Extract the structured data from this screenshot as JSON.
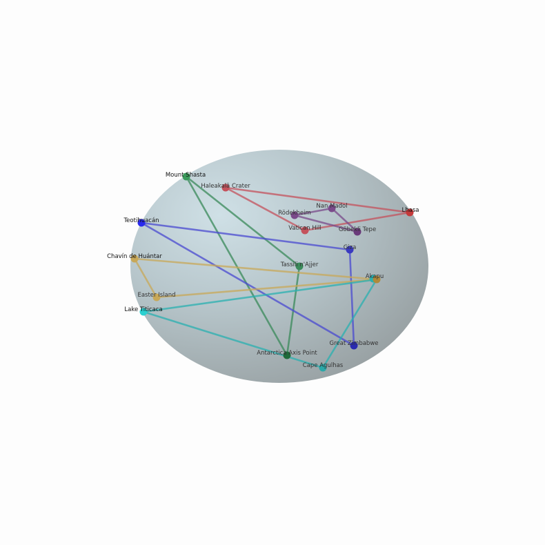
{
  "sites": [
    {
      "id": "mount-shasta",
      "name": "Mount Shasta",
      "color": "#3a9a5a"
    },
    {
      "id": "haleakala",
      "name": "Haleakalā Crater",
      "color": "#c4525c"
    },
    {
      "id": "nan-madol",
      "name": "Nan Madol",
      "color": "#7a4a8a"
    },
    {
      "id": "rodekheim",
      "name": "Rödekheim",
      "color": "#7a4a8a"
    },
    {
      "id": "vatican-hill",
      "name": "Vatican Hill",
      "color": "#c4525c"
    },
    {
      "id": "gobekli-tepe",
      "name": "Göbekli Tepe",
      "color": "#6a3a7a"
    },
    {
      "id": "lhasa",
      "name": "Lhasa",
      "color": "#c43a3a"
    },
    {
      "id": "teotihuacan",
      "name": "Teotihuacán",
      "color": "#2a2aee"
    },
    {
      "id": "giza",
      "name": "Giza",
      "color": "#3a3ac0"
    },
    {
      "id": "chavin",
      "name": "Chavín de Huántar",
      "color": "#c8a858"
    },
    {
      "id": "tassili",
      "name": "Tassili n'Ajjer",
      "color": "#3a8a5a"
    },
    {
      "id": "akapu",
      "name": "Akapu",
      "color": "#b08a3a"
    },
    {
      "id": "easter-island",
      "name": "Easter Island",
      "color": "#c8a858"
    },
    {
      "id": "lake-titicaca",
      "name": "Lake Titicaca",
      "color": "#2ad0d0"
    },
    {
      "id": "great-zimbabwe",
      "name": "Great Zimbabwe",
      "color": "#2a2ab0"
    },
    {
      "id": "antarctic",
      "name": "Antarctica Axis Point",
      "color": "#1e6a3a"
    },
    {
      "id": "cape-agulhas",
      "name": "Cape Agulhas",
      "color": "#2aa8a8"
    }
  ],
  "akapu_secondary_color": "#2ab0b0",
  "links": [
    {
      "from": "mount-shasta",
      "to": "tassili",
      "color": "#3a8a5a"
    },
    {
      "from": "mount-shasta",
      "to": "antarctic",
      "color": "#3a8a5a"
    },
    {
      "from": "tassili",
      "to": "antarctic",
      "color": "#3a8a5a"
    },
    {
      "from": "haleakala",
      "to": "lhasa",
      "color": "#c4525c"
    },
    {
      "from": "haleakala",
      "to": "vatican-hill",
      "color": "#c4525c"
    },
    {
      "from": "vatican-hill",
      "to": "lhasa",
      "color": "#c4525c"
    },
    {
      "from": "nan-madol",
      "to": "rodekheim",
      "color": "#7a4a8a"
    },
    {
      "from": "nan-madol",
      "to": "gobekli-tepe",
      "color": "#7a4a8a"
    },
    {
      "from": "rodekheim",
      "to": "gobekli-tepe",
      "color": "#7a4a8a"
    },
    {
      "from": "teotihuacan",
      "to": "giza",
      "color": "#4a4ad0"
    },
    {
      "from": "teotihuacan",
      "to": "great-zimbabwe",
      "color": "#4a4ad0"
    },
    {
      "from": "giza",
      "to": "great-zimbabwe",
      "color": "#4a4ad0"
    },
    {
      "from": "chavin",
      "to": "akapu",
      "color": "#c8a858"
    },
    {
      "from": "chavin",
      "to": "easter-island",
      "color": "#c8a858"
    },
    {
      "from": "easter-island",
      "to": "akapu",
      "color": "#c8a858"
    },
    {
      "from": "lake-titicaca",
      "to": "akapu",
      "color": "#2ab0b0"
    },
    {
      "from": "lake-titicaca",
      "to": "cape-agulhas",
      "color": "#2ab0b0"
    },
    {
      "from": "akapu",
      "to": "cape-agulhas",
      "color": "#2ab0b0"
    }
  ]
}
